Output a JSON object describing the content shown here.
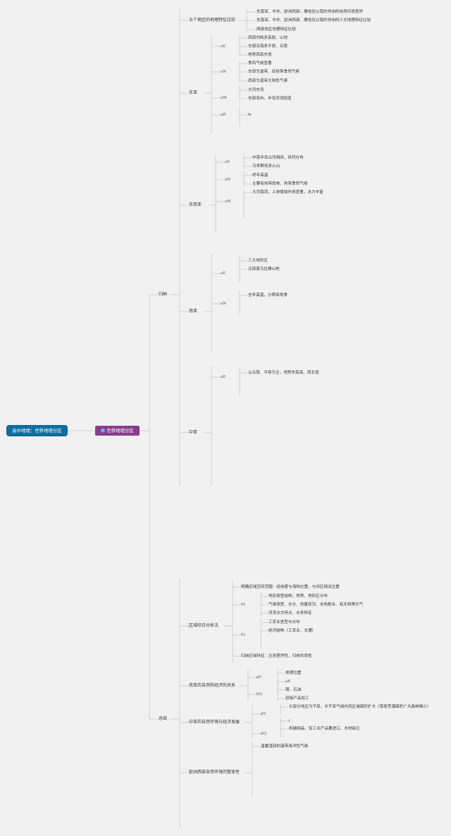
{
  "root": {
    "label": "高中地理：世界地理分区"
  },
  "main": {
    "label": "世界地理分区",
    "icon": "globe-icon"
  },
  "sections": [
    {
      "label": "归纳",
      "children": [
        {
          "label": "五个地区的地理特征比较",
          "items": [
            "东南亚、中东、欧洲西部、撒哈拉以南的非洲的自然环境差异",
            "东南亚、中东、欧洲西部、撒哈拉以南的非洲的人文地理特征比较",
            "两极地区地理特征比较"
          ]
        },
        {
          "label": "东亚",
          "groups": [
            {
              "code": "aE",
              "items": [
                "西部内陆多高原、山地",
                "东部沿海多平原、丘陵",
                "地势西高东低"
              ]
            },
            {
              "code": "aN",
              "items": [
                "季风气候显著",
                "东部为温带、亚热带季风气候",
                "西部为温带大陆性气候"
              ]
            },
            {
              "code": "aM",
              "items": [
                "大河东流",
                "东部岛屿、半岛河流短促"
              ]
            },
            {
              "code": "aR",
              "items": [
                "Is"
              ]
            }
          ]
        },
        {
          "label": "东南亚",
          "groups": [
            {
              "code": "aE",
              "items": [
                "中南半岛山河相间，纵列分布",
                "马来群岛多火山"
              ]
            },
            {
              "code": "aN",
              "items": [
                "终年高温",
                "主要有热带雨林、热带季风气候"
              ]
            },
            {
              "code": "aM",
              "items": [
                "大河南流，上游侵蚀作用显著，水力丰富"
              ]
            }
          ]
        },
        {
          "label": "南亚",
          "groups": [
            {
              "code": "aE",
              "items": [
                "三大地形区",
                "北部喜马拉雅山地"
              ]
            },
            {
              "code": "aN",
              "items": [
                "全年高温，分明旱雨季"
              ]
            }
          ]
        },
        {
          "label": "中亚",
          "groups": [
            {
              "code": "aE",
              "items": [
                "以丘陵、平原为主，地势东南高、西北低"
              ]
            }
          ]
        }
      ]
    },
    {
      "label": "总结",
      "children": [
        {
          "label": "区域综合分析法",
          "lead": "明确区域空间范围：经纬度与海陆位置、与邻区相关位置",
          "groups": [
            {
              "code": "fG",
              "items": [
                "地形类型结构、地势、地形区分布",
                "气候类型、水分、热量状况、水热配合、有无特殊天气",
                "河流水文特点、水系特征"
              ]
            },
            {
              "code": "fG",
              "items": [
                "工农业类型与分布",
                "经济结构（工农业、交通）"
              ]
            }
          ],
          "tail": "归纳区域特征：区别差异性，归纳共同性"
        },
        {
          "label": "南亚的自然和经济的关系",
          "groups": [
            {
              "code": "gV",
              "items": [
                "地理位置"
              ]
            },
            {
              "code": "bQ",
              "items": [
                "aE",
                "镁、石油",
                "初级产品加工"
              ]
            }
          ]
        },
        {
          "label": "中亚的自然环境与经济发展",
          "groups": [
            {
              "code": "gV",
              "items": [
                "大部分地区为干旱、半干旱气候内流区域面积扩大（草原荒漠面积广大森林稀少）"
              ]
            },
            {
              "code": "bQ",
              "items": [
                "i",
                "机械制品、轻工业产品要进口、木材缺乏"
              ]
            }
          ]
        },
        {
          "label": "欧洲西部自然环境的整体性",
          "items": [
            "温暖湿润的温带海洋性气候"
          ]
        }
      ]
    }
  ]
}
